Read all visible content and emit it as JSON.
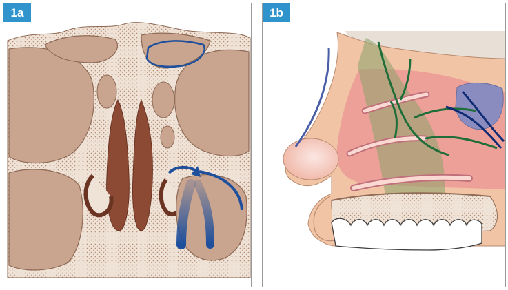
{
  "figures": [
    {
      "label": "1a"
    },
    {
      "label": "1b"
    }
  ],
  "colors": {
    "panel_tag": "#2f93cc",
    "bone": "#eeded0",
    "sinus_tissue": "#c9a48e",
    "cavity_dark": "#8c4a34",
    "airflow_blue": "#1d4f9c",
    "skin": "#f2c4a6",
    "mucosa_pink": "#ec9a95",
    "nerve_green": "#1f6e3a",
    "nerve_navy": "#0e2b74",
    "teeth": "#ffffff"
  },
  "icons": [
    "nasal-sinus-coronal-section",
    "nasal-cavity-sagittal-section"
  ]
}
